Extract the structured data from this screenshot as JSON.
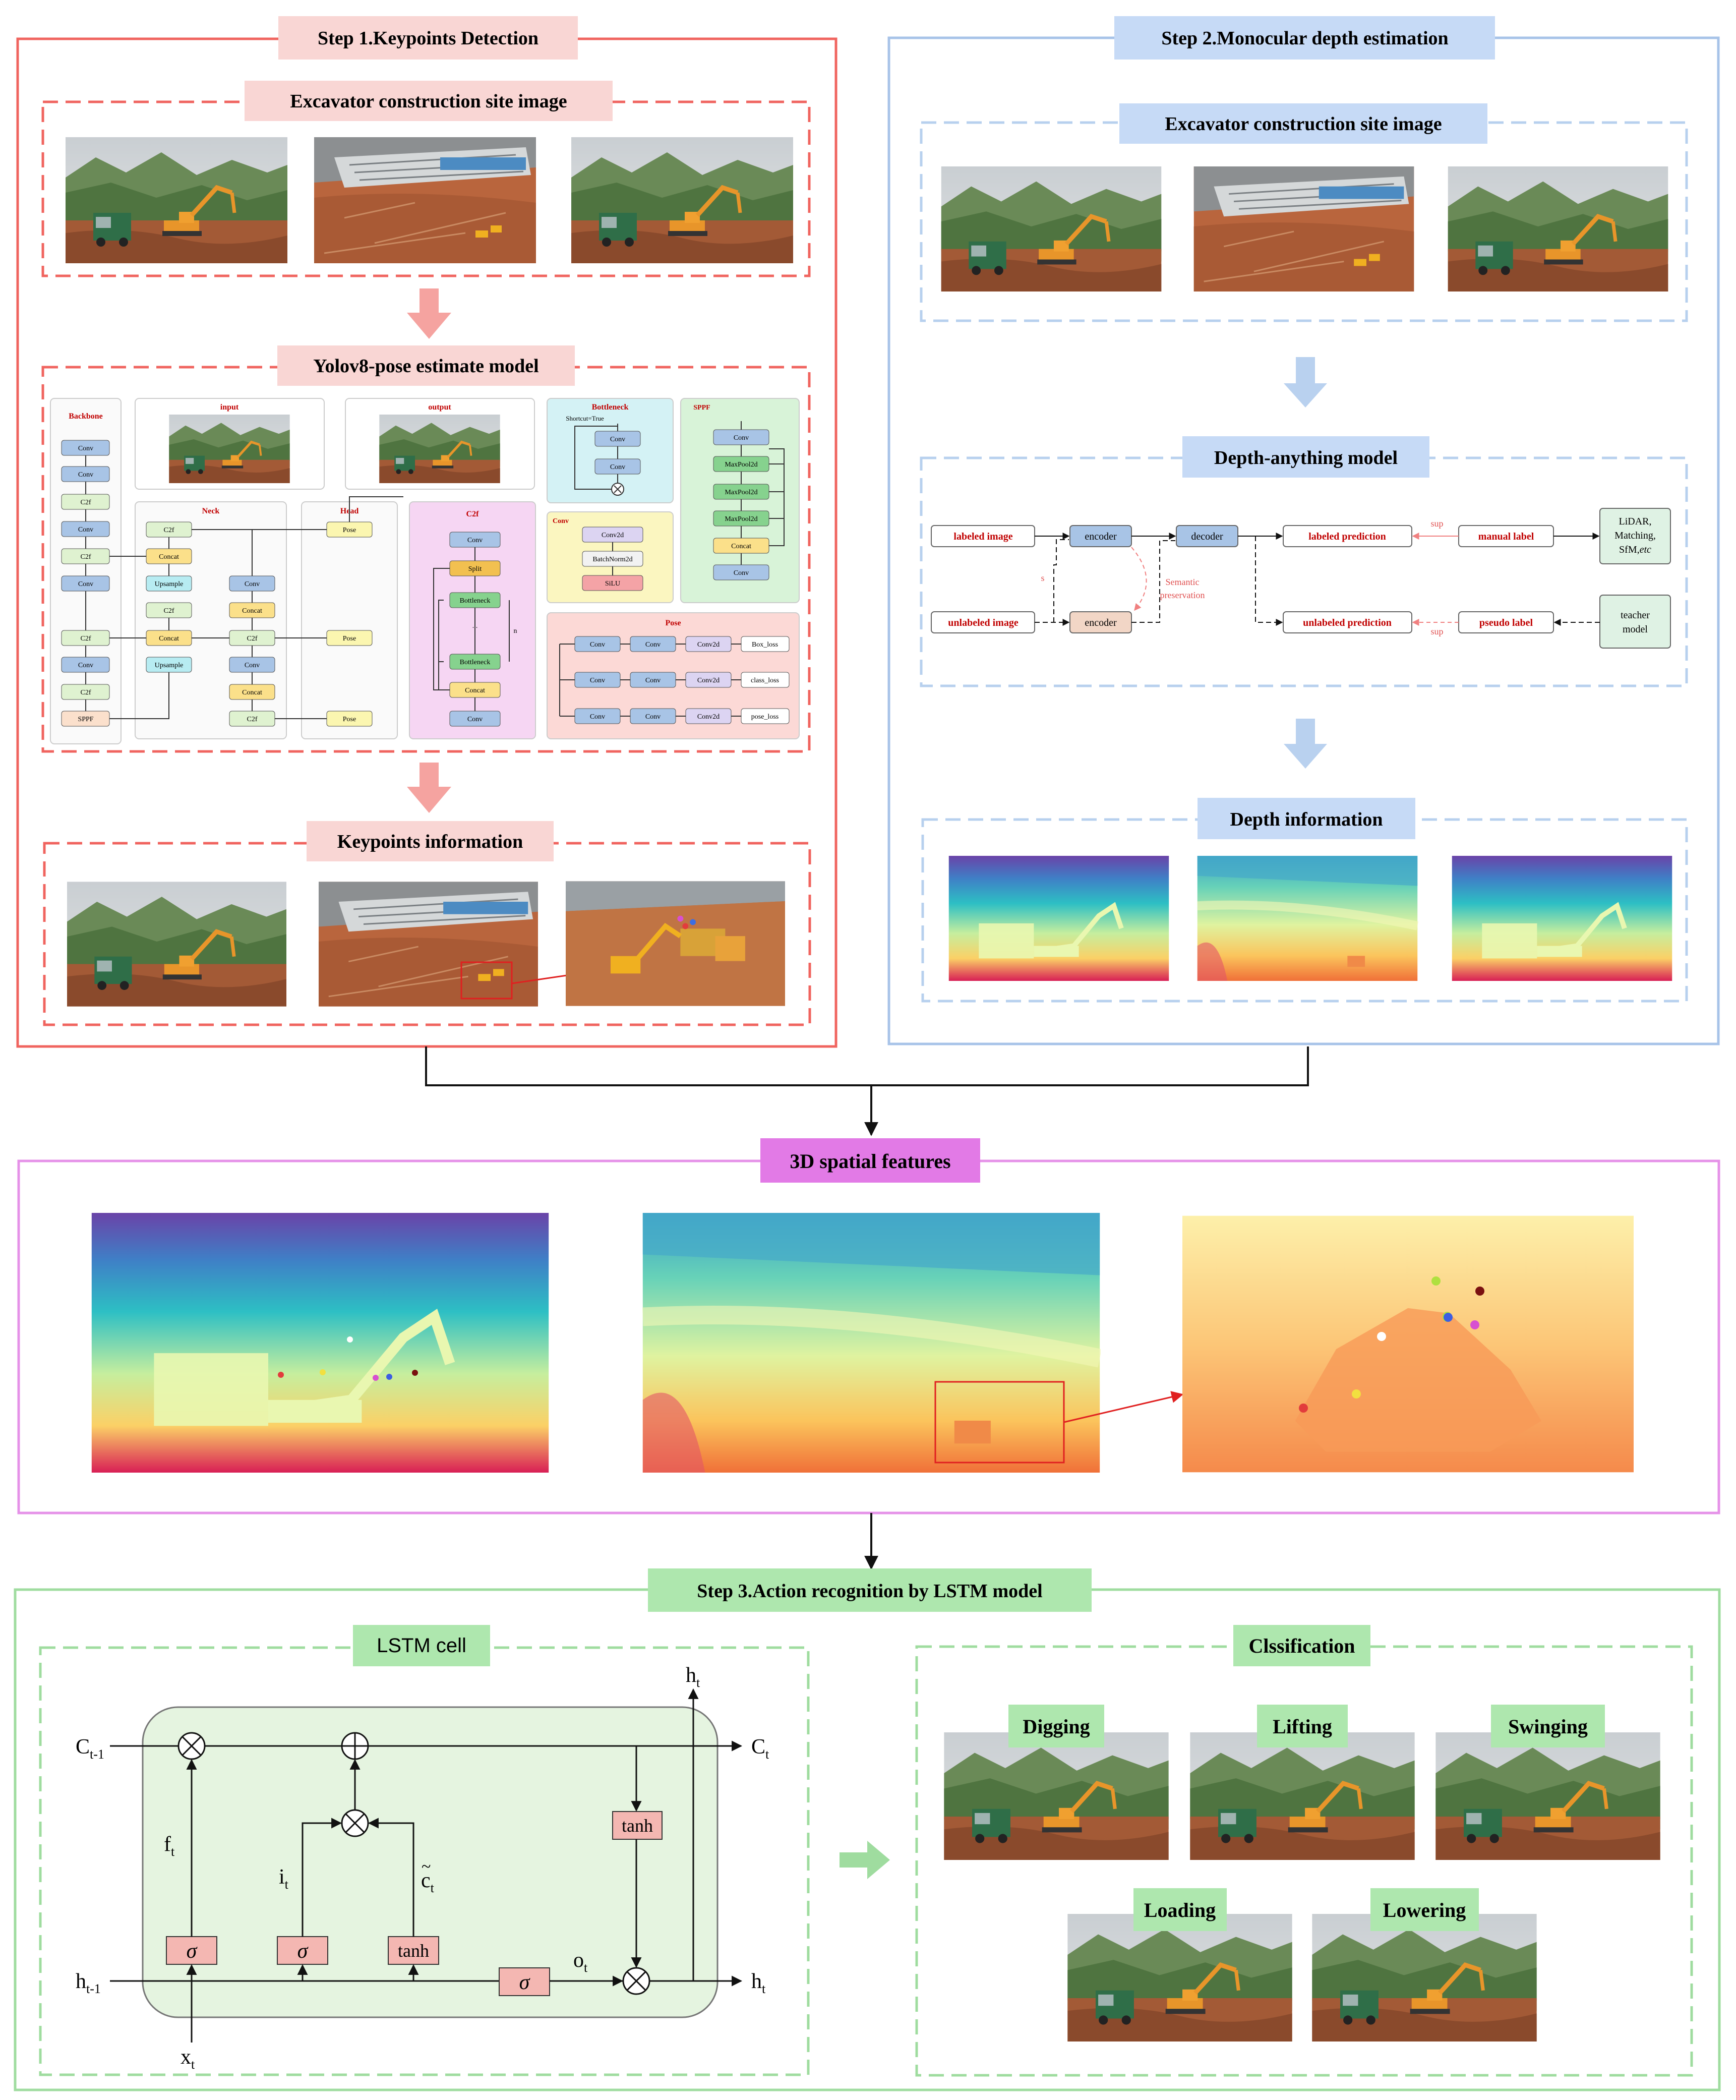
{
  "step1": {
    "title": "Step 1.Keypoints Detection",
    "site_title": "Excavator construction site image",
    "model_title": "Yolov8-pose estimate model",
    "kp_title": "Keypoints information",
    "yolo": {
      "backbone": "Backbone",
      "input": "input",
      "output": "output",
      "neck": "Neck",
      "head": "Head",
      "c2f_title": "C2f",
      "bottleneck_title": "Bottleneck",
      "shortcut": "Shortcut=True",
      "conv_title": "Conv",
      "sppf_title": "SPPF",
      "pose_title": "Pose",
      "conv": "Conv",
      "c2f": "C2f",
      "sppf": "SPPF",
      "concat": "Concat",
      "upsample": "Upsample",
      "pose": "Pose",
      "split": "Split",
      "bottleneck": "Bottleneck",
      "dots": "...",
      "n": "n",
      "conv2d": "Conv2d",
      "batchnorm": "BatchNorm2d",
      "silu": "SiLU",
      "maxpool": "MaxPool2d",
      "box_loss": "Box_loss",
      "class_loss": "class_loss",
      "pose_loss": "pose_loss"
    }
  },
  "step2": {
    "title": "Step 2.Monocular depth estimation",
    "site_title": "Excavator construction site image",
    "model_title": "Depth-anything model",
    "depth_title": "Depth information",
    "da": {
      "labeled_image": "labeled image",
      "unlabeled_image": "unlabeled image",
      "encoder": "encoder",
      "decoder": "decoder",
      "labeled_prediction": "labeled prediction",
      "unlabeled_prediction": "unlabeled prediction",
      "manual_label": "manual label",
      "pseudo_label": "pseudo label",
      "lidar": "LiDAR,",
      "matching": "Matching,",
      "sfm": "SfM,",
      "etc": "etc",
      "teacher": "teacher",
      "model": "model",
      "sup": "sup",
      "s": "s",
      "semantic": "Semantic",
      "preservation": "preservation"
    }
  },
  "spatial": {
    "title": "3D spatial features"
  },
  "step3": {
    "title": "Step 3.Action recognition by LSTM model",
    "lstm_title": "LSTM cell",
    "class_title": "Clssification",
    "lstm": {
      "sigma": "σ",
      "tanh": "tanh",
      "C": "C",
      "h": "h",
      "x": "x",
      "f": "f",
      "i": "i",
      "o": "o",
      "c": "c",
      "tilde": "~",
      "t": "t",
      "t1": "t-1"
    },
    "actions": [
      "Digging",
      "Lifting",
      "Swinging",
      "Loading",
      "Lowering"
    ]
  },
  "colors": {
    "red_frame": "#f0645f",
    "blue_frame": "#a7c3e8",
    "pink_frame": "#e591e8",
    "green_frame": "#9fdc9f",
    "red_title": "#f9d6d4",
    "blue_title": "#c6daf6",
    "pink_title": "#e27ae6",
    "green_title": "#aee7ae"
  }
}
